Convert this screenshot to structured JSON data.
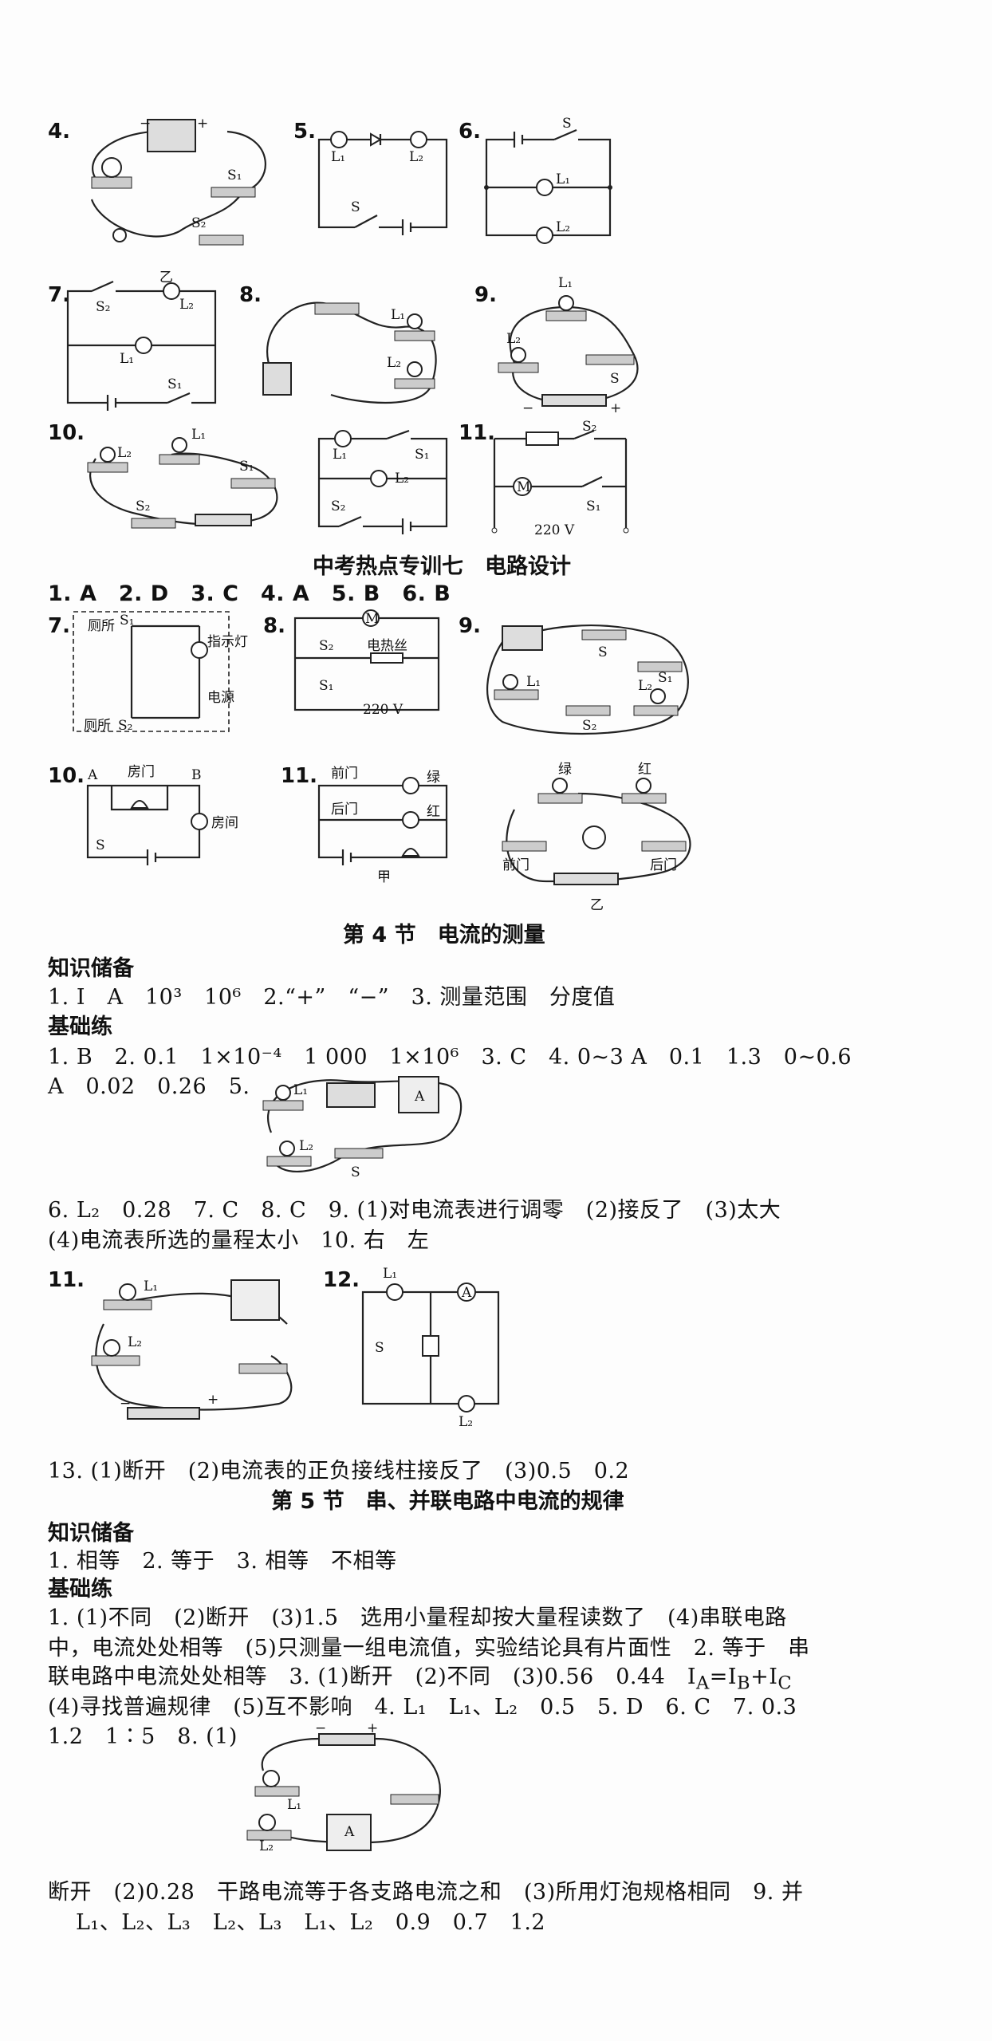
{
  "row1": {
    "n4": "4.",
    "n5": "5.",
    "n6": "6.",
    "l1": "L₁",
    "l2": "L₂",
    "s": "S",
    "s1": "S₁",
    "s2": "S₂",
    "plus": "+",
    "minus": "−"
  },
  "row2": {
    "n7": "7.",
    "n8": "8.",
    "n9": "9.",
    "yi": "乙"
  },
  "row3": {
    "n10": "10.",
    "n11": "11.",
    "v220": "220 V"
  },
  "section7": {
    "title": "中考热点专训七　电路设计",
    "answers": "1. A　2. D　3. C　4. A　5. B　6. B",
    "fig7": {
      "n": "7.",
      "toilet1": "厕所",
      "toilet2": "厕所",
      "lamp": "指示灯",
      "power": "电源"
    },
    "fig8": {
      "n": "8.",
      "heater": "电热丝",
      "m": "M",
      "v": "220 V"
    },
    "fig9": {
      "n": "9."
    },
    "fig10": {
      "n": "10.",
      "door": "房门",
      "a": "A",
      "b": "B",
      "room": "房间"
    },
    "fig11": {
      "n": "11.",
      "front": "前门",
      "back": "后门",
      "green": "绿",
      "red": "红",
      "jia": "甲",
      "green2": "绿",
      "red2": "红",
      "front2": "前门",
      "back2": "后门",
      "yi": "乙"
    }
  },
  "section4": {
    "title": "第 4 节　电流的测量",
    "zhishi": "知识储备",
    "ks1": "1. I　A　10³　10⁶　2.“+”　“−”　3. 测量范围　分度值",
    "jichu": "基础练",
    "b1": "1. B　2. 0.1　1×10⁻⁴　1 000　1×10⁶　3. C　4. 0~3 A　0.1　1.3　0~0.6",
    "b2": "A　0.02　0.26　5.",
    "b3": "6. L₂　0.28　7. C　8. C　9. (1)对电流表进行调零　(2)接反了　(3)太大",
    "b4": "(4)电流表所选的量程太小　10. 右　左",
    "n11": "11.",
    "n12": "12.",
    "b5": "13. (1)断开　(2)电流表的正负接线柱接反了　(3)0.5　0.2"
  },
  "section5": {
    "title": "第 5 节　串、并联电路中电流的规律",
    "zhishi": "知识储备",
    "ks1": "1. 相等　2. 等于　3. 相等　不相等",
    "jichu": "基础练",
    "b1": "1. (1)不同　(2)断开　(3)1.5　选用小量程却按大量程读数了　(4)串联电路",
    "b2": "中，电流处处相等　(5)只测量一组电流值，实验结论具有片面性　2. 等于　串",
    "b3": "联电路中电流处处相等　3. (1)断开　(2)不同　(3)0.56　0.44　I<sub>A</sub>=I<sub>B</sub>+I<sub>C</sub>",
    "b4": "(4)寻找普遍规律　(5)互不影响　4. L₁　L₁、L₂　0.5　5. D　6. C　7. 0.3",
    "b5": "1.2　1∶5　8. (1)",
    "b6": "断开　(2)0.28　干路电流等于各支路电流之和　(3)所用灯泡规格相同　9. 并",
    "b7": "L₁、L₂、L₃　L₂、L₃　L₁、L₂　0.9　0.7　1.2"
  }
}
